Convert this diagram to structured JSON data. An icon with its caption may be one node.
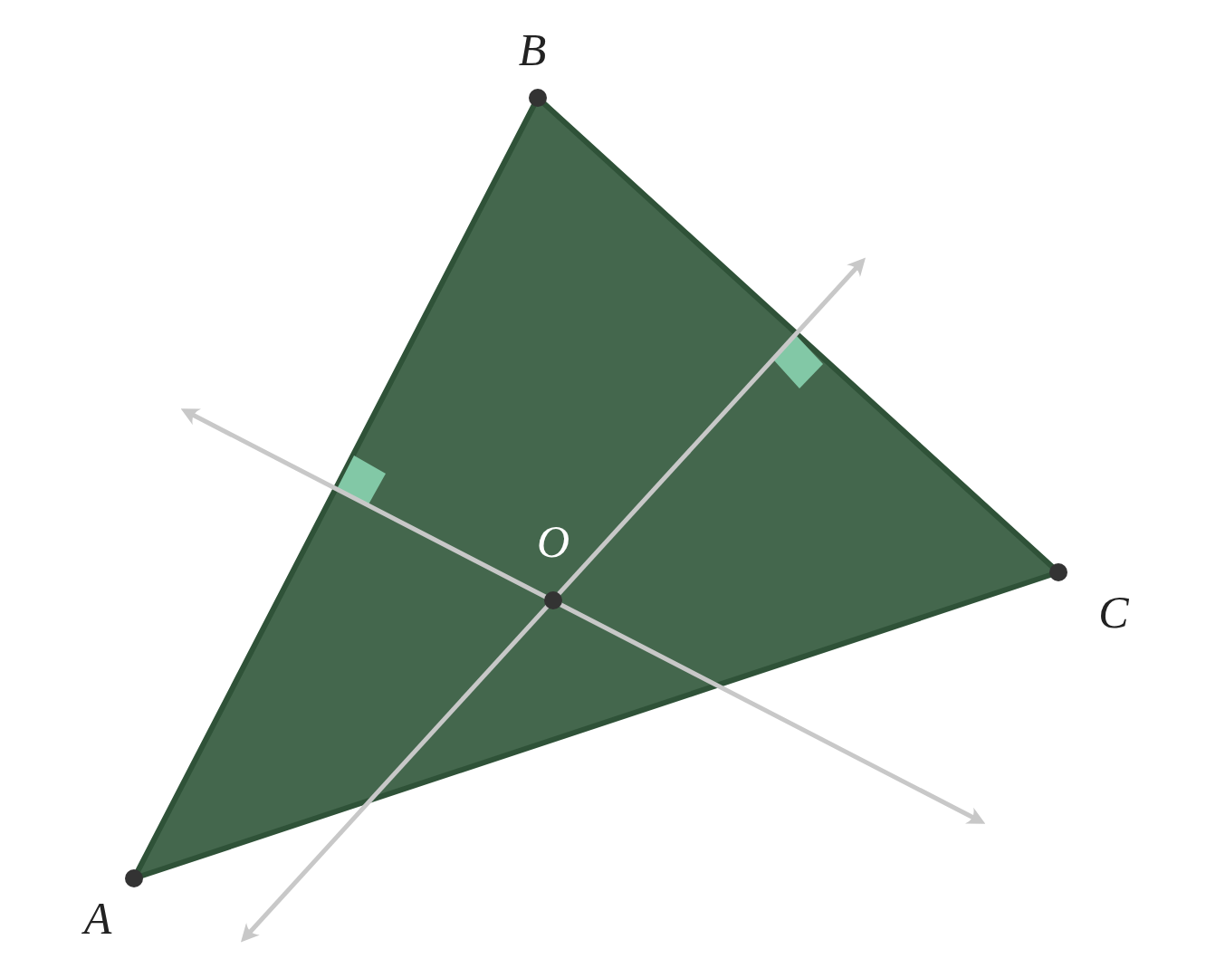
{
  "diagram": {
    "labels": [
      "B",
      "O",
      "C",
      "A"
    ]
  }
}
